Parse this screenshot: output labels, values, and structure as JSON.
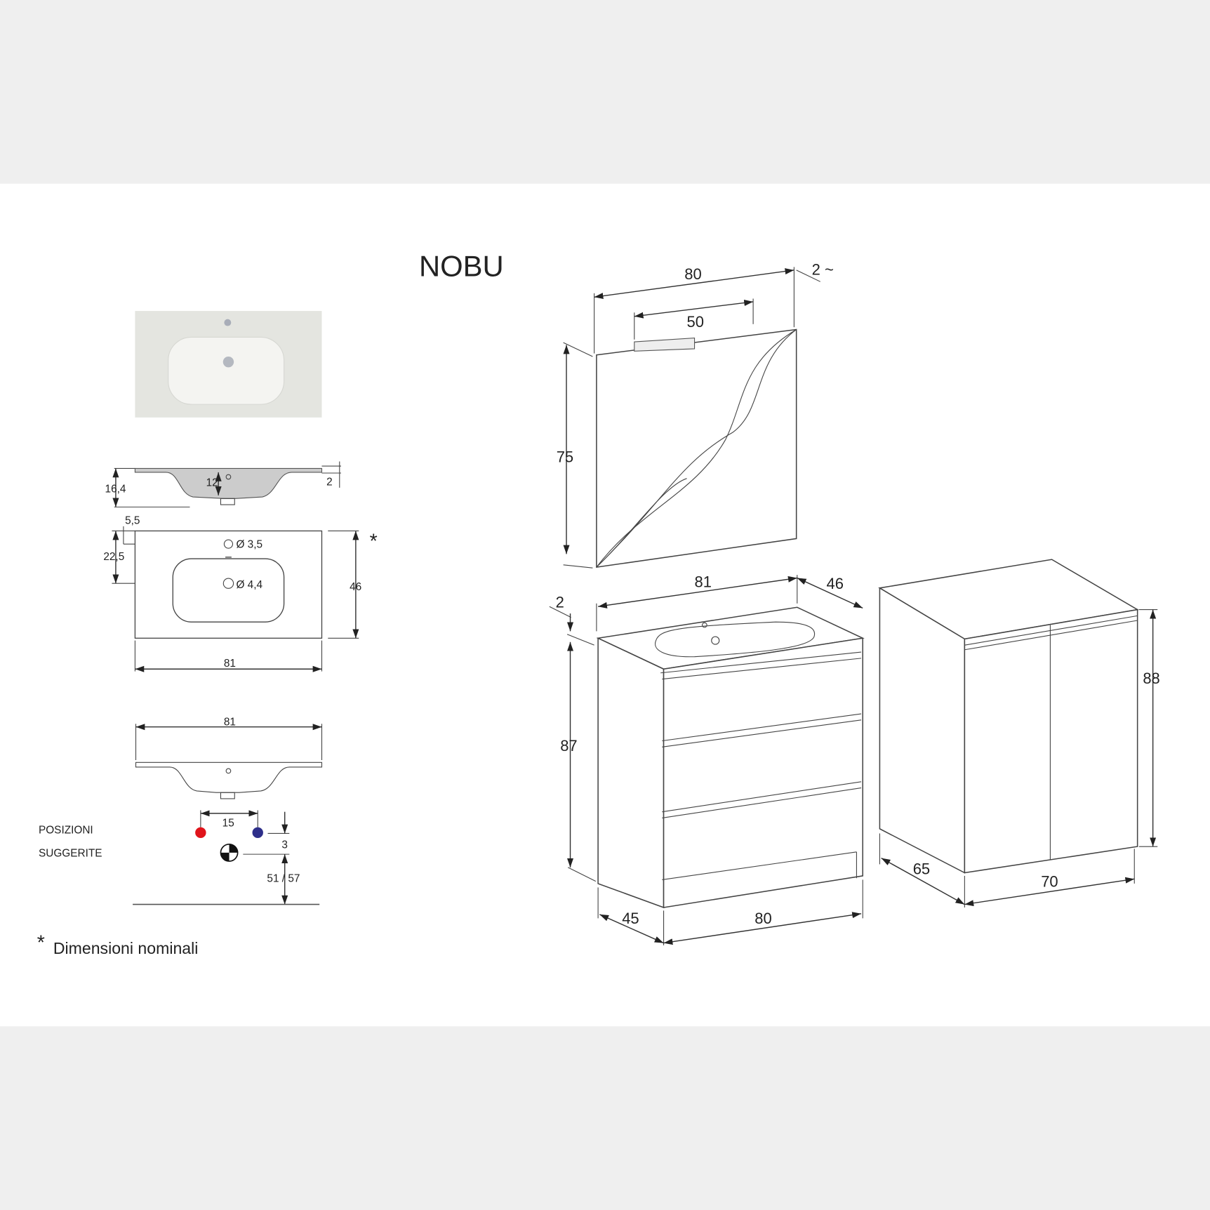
{
  "title": "NOBU",
  "colors": {
    "band": "#efefef",
    "hot": "#e0141b",
    "cold": "#2e2f8a",
    "ceramic": "#e4e5e0"
  },
  "basin": {
    "profile_height": "16,4",
    "bowl_depth": "12",
    "rim": "2",
    "tap_offset": "5,5",
    "drain_offset": "22,5",
    "tap_hole": "Ø 3,5",
    "drain_hole": "Ø 4,4",
    "depth": "46",
    "width": "81",
    "width_lower": "81",
    "nominal_marker": "*"
  },
  "hookup": {
    "label_line1": "POSIZIONI",
    "label_line2": "SUGGERITE",
    "spacing": "15",
    "offset": "3",
    "height": "51 / 57"
  },
  "footnote": {
    "marker": "*",
    "text": "Dimensioni nominali"
  },
  "mirror": {
    "width": "80",
    "lamp_width": "50",
    "height": "75",
    "depth": "2 ~"
  },
  "vanity": {
    "top_width": "81",
    "top_depth": "46",
    "top_thickness": "2",
    "height": "87",
    "depth": "45",
    "width": "80"
  },
  "cabinet": {
    "height": "88",
    "depth": "65",
    "width": "70"
  }
}
